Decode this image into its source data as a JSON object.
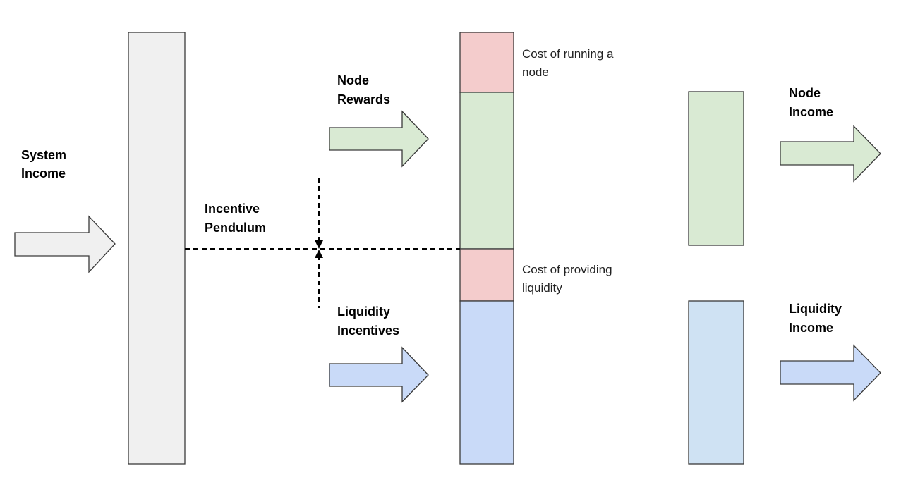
{
  "labels": {
    "system_income": [
      "System",
      "Income"
    ],
    "incentive_pendulum": [
      "Incentive",
      "Pendulum"
    ],
    "node_rewards": [
      "Node",
      "Rewards"
    ],
    "liquidity_incentives": [
      "Liquidity",
      "Incentives"
    ],
    "cost_running_node": [
      "Cost of running a",
      "node"
    ],
    "cost_providing_liquidity": [
      "Cost of providing",
      "liquidity"
    ],
    "node_income": [
      "Node",
      "Income"
    ],
    "liquidity_income": [
      "Liquidity",
      "Income"
    ]
  },
  "colors": {
    "grey_fill": "#f0f0f0",
    "green_fill": "#d9ead3",
    "red_fill": "#f4cccc",
    "blue_fill": "#c9daf8",
    "light_blue_fill": "#cfe2f3",
    "stroke": "#3a3a3a"
  }
}
